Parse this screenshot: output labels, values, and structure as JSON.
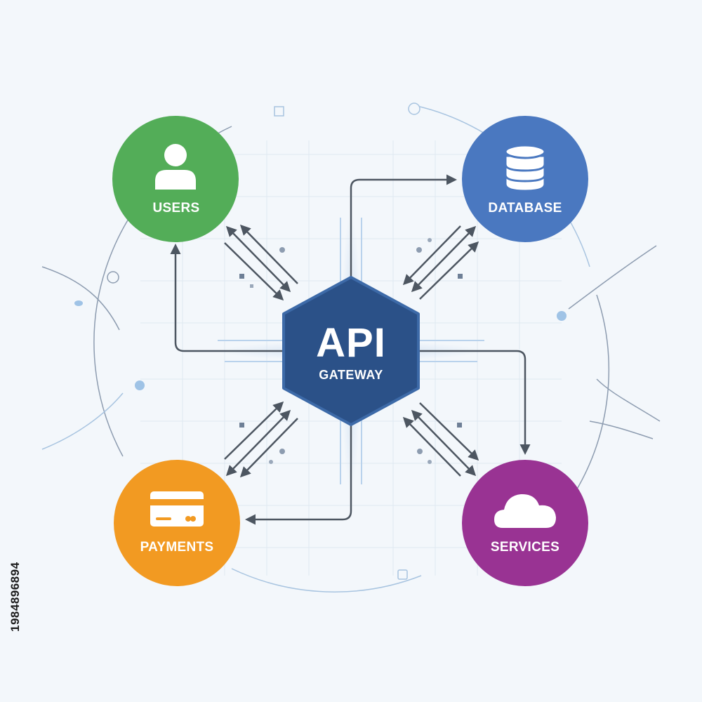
{
  "hub": {
    "title": "API",
    "subtitle": "GATEWAY"
  },
  "nodes": {
    "users": {
      "label": "USERS",
      "color": "#53ad58",
      "icon": "user-icon"
    },
    "database": {
      "label": "DATABASE",
      "color": "#4a78c0",
      "icon": "database-icon"
    },
    "payments": {
      "label": "PAYMENTS",
      "color": "#f29a22",
      "icon": "credit-card-icon"
    },
    "services": {
      "label": "SERVICES",
      "color": "#993393",
      "icon": "cloud-icon"
    }
  },
  "colors": {
    "hub": "#2b5188",
    "arrows": "#4d5661",
    "background": "#f3f7fb"
  },
  "watermark": {
    "id": "1984896894"
  }
}
